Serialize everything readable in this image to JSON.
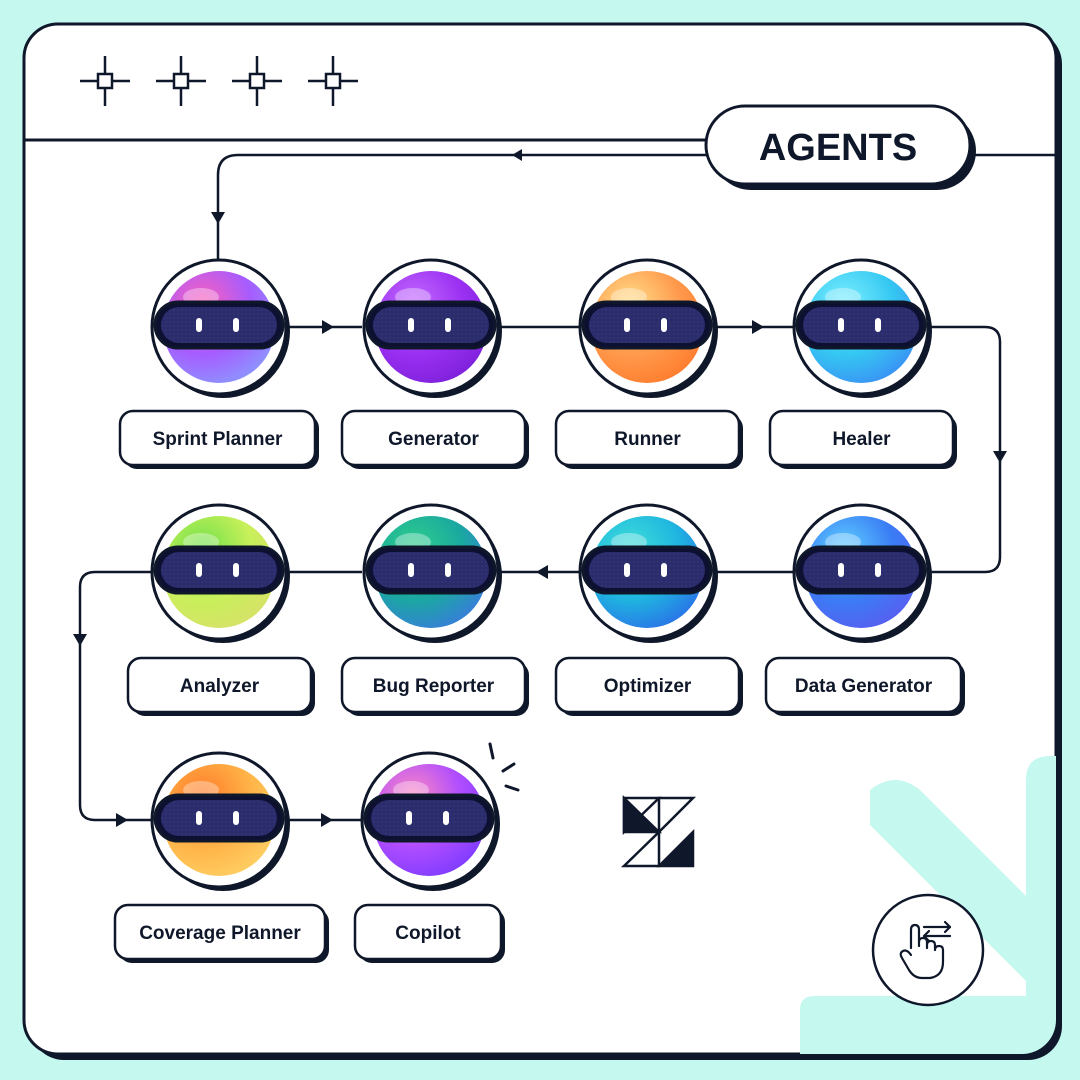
{
  "title": "AGENTS",
  "colors": {
    "background": "#c5f8ef",
    "card": "#ffffff",
    "ink": "#0f172a",
    "visor": "#2a2c6b"
  },
  "icons": [
    "crosshair-icon",
    "brand-logo-icon",
    "swipe-hand-icon",
    "sparkle-icon"
  ],
  "agents": [
    {
      "label": "Sprint Planner",
      "colors": [
        "#ff5fb8",
        "#a65cff",
        "#8a9bff"
      ]
    },
    {
      "label": "Generator",
      "colors": [
        "#c46bff",
        "#9b30f2",
        "#7b1fd9"
      ]
    },
    {
      "label": "Runner",
      "colors": [
        "#ffe08a",
        "#ff9a4d",
        "#ff7a2a"
      ]
    },
    {
      "label": "Healer",
      "colors": [
        "#7df0ff",
        "#35c8f2",
        "#3a8cf5"
      ]
    },
    {
      "label": "Data Generator",
      "colors": [
        "#5fd0ff",
        "#3a7df5",
        "#5a5cf0"
      ]
    },
    {
      "label": "Optimizer",
      "colors": [
        "#3ee0d8",
        "#1fb5e0",
        "#2a6de8"
      ]
    },
    {
      "label": "Bug Reporter",
      "colors": [
        "#2fd08a",
        "#1aa8a0",
        "#3a7ae0"
      ]
    },
    {
      "label": "Analyzer",
      "colors": [
        "#6ee04a",
        "#c8f05a",
        "#d8e06a"
      ]
    },
    {
      "label": "Coverage Planner",
      "colors": [
        "#ff7a2a",
        "#ffb347",
        "#ffd166"
      ]
    },
    {
      "label": "Copilot",
      "colors": [
        "#ff8ac0",
        "#b04dff",
        "#7a3aff"
      ]
    }
  ]
}
